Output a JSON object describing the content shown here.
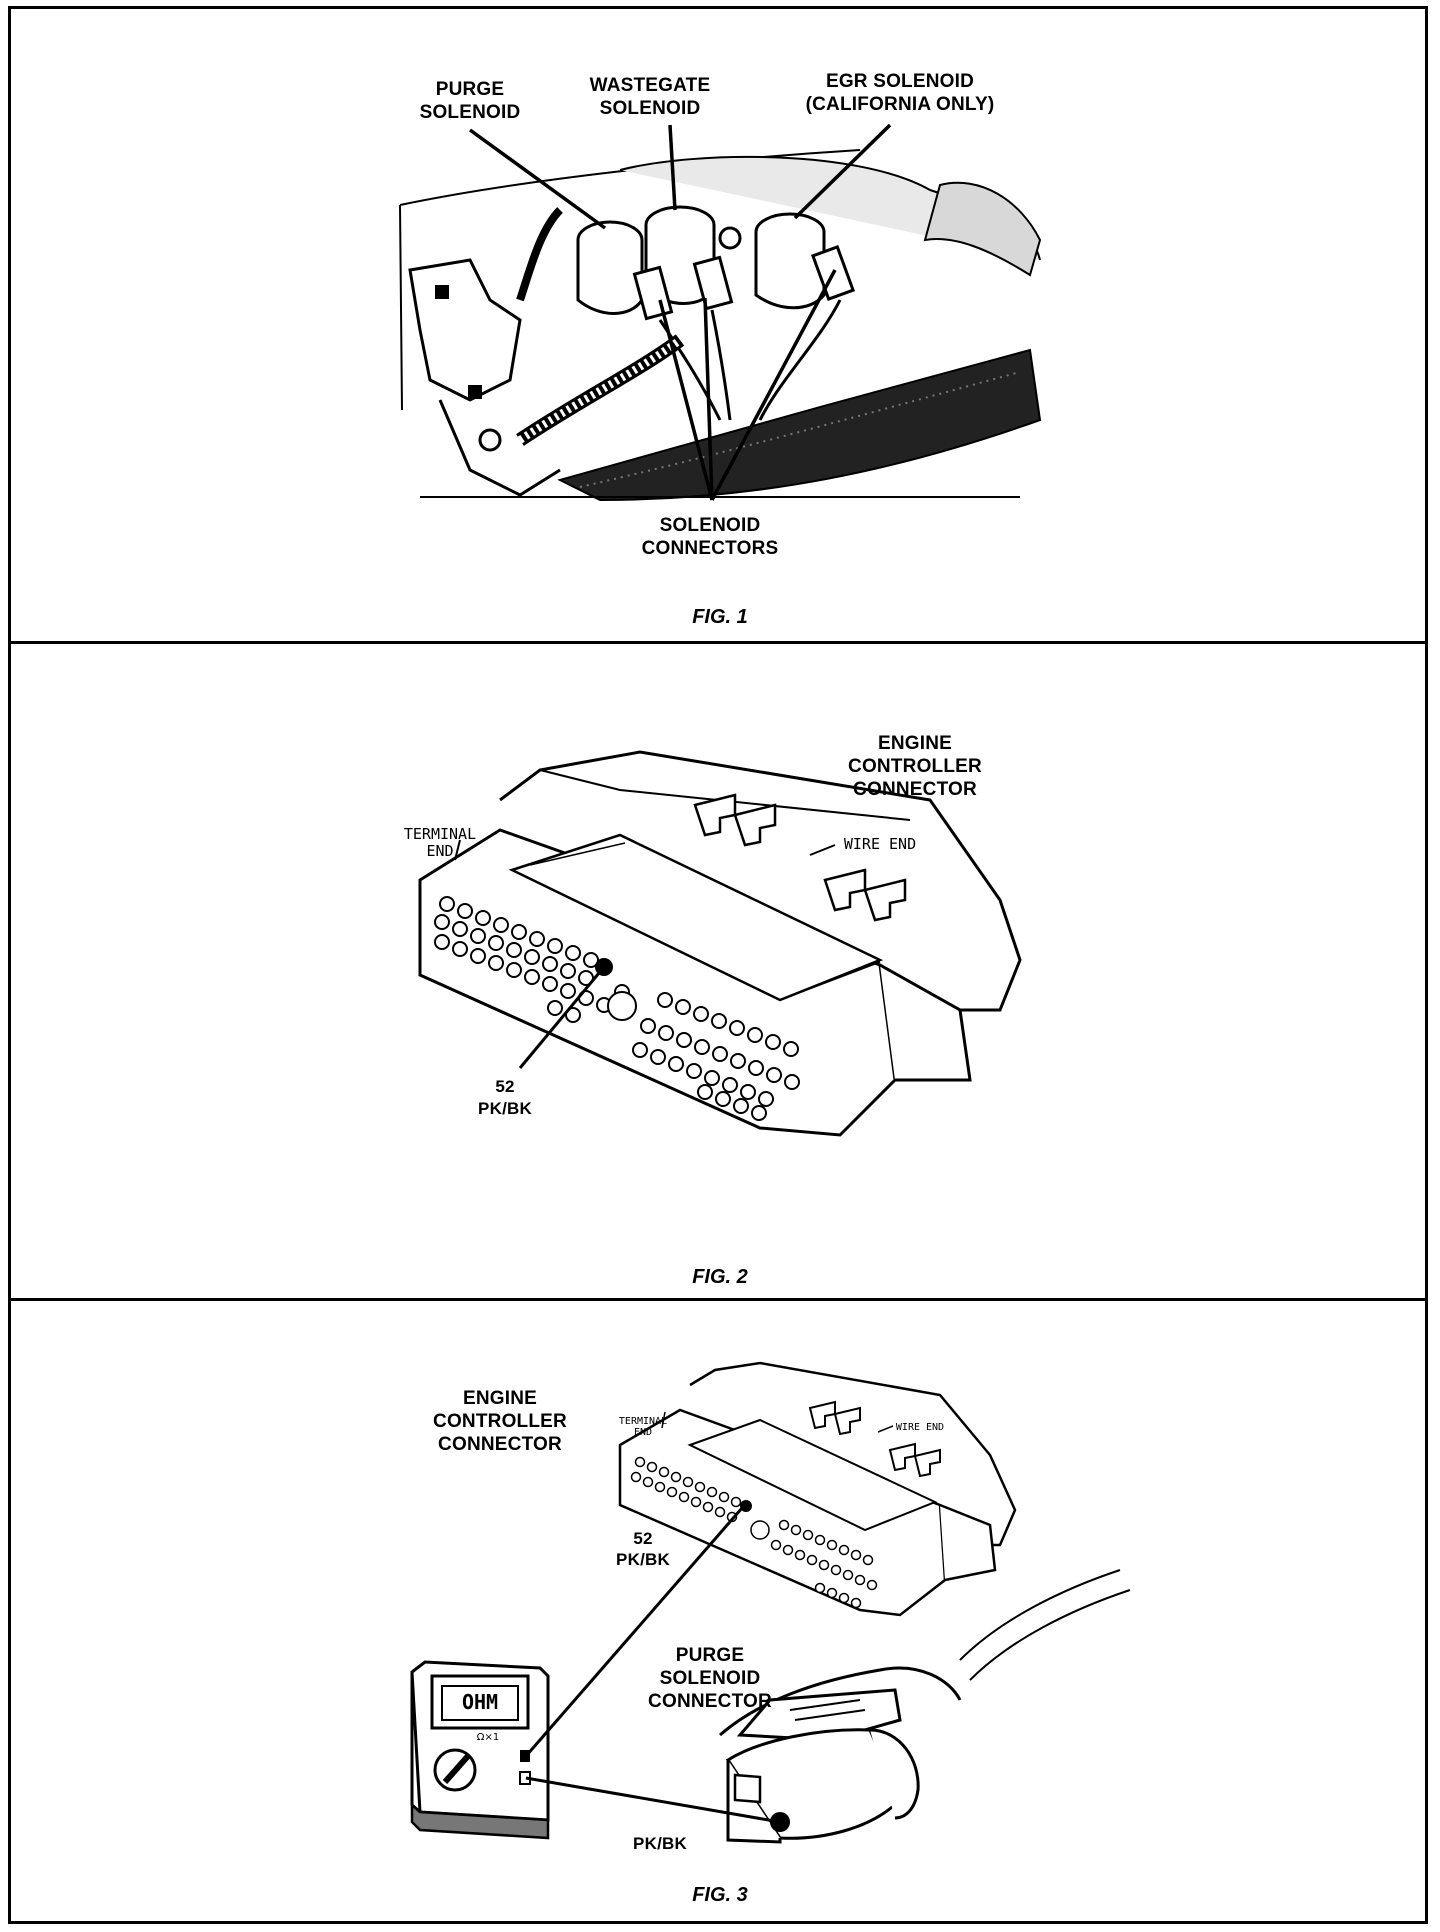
{
  "figures": [
    {
      "caption": "FIG. 1",
      "labels": {
        "purge_solenoid": "PURGE\nSOLENOID",
        "wastegate_solenoid": "WASTEGATE\nSOLENOID",
        "egr_solenoid": "EGR SOLENOID\n(CALIFORNIA ONLY)",
        "solenoid_connectors": "SOLENOID\nCONNECTORS"
      }
    },
    {
      "caption": "FIG. 2",
      "labels": {
        "engine_controller_connector": "ENGINE\nCONTROLLER\nCONNECTOR",
        "terminal_end": "TERMINAL\nEND",
        "wire_end": "WIRE END",
        "pin_callout": "52\nPK/BK"
      }
    },
    {
      "caption": "FIG. 3",
      "labels": {
        "engine_controller_connector": "ENGINE\nCONTROLLER\nCONNECTOR",
        "terminal_end": "TERMINAL\nEND",
        "wire_end": "WIRE END",
        "pin_callout": "52\nPK/BK",
        "purge_solenoid_connector": "PURGE\nSOLENOID\nCONNECTOR",
        "wire_color": "PK/BK",
        "meter_display": "OHM",
        "meter_range": "Ω×1"
      }
    }
  ]
}
